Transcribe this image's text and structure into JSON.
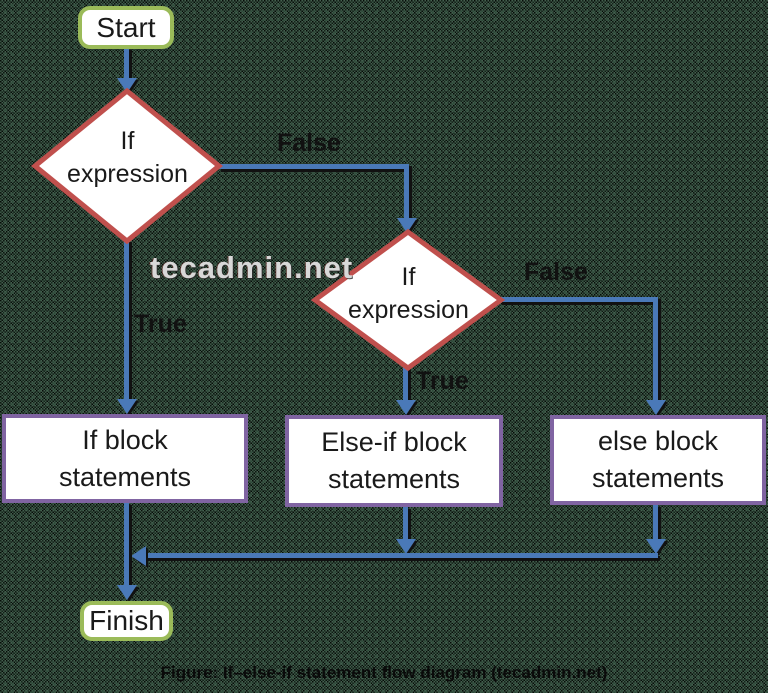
{
  "diagram": {
    "watermark": "tecadmin.net",
    "caption": "Figure: If–else-if statement flow diagram (tecadmin.net)",
    "nodes": {
      "start": {
        "label": "Start",
        "type": "terminator"
      },
      "decision1": {
        "lines": [
          "If",
          "expression"
        ],
        "type": "decision"
      },
      "decision2": {
        "lines": [
          "If",
          "expression"
        ],
        "type": "decision"
      },
      "if_block": {
        "lines": [
          "If block",
          "statements"
        ],
        "type": "process"
      },
      "elseif_block": {
        "lines": [
          "Else-if block",
          "statements"
        ],
        "type": "process"
      },
      "else_block": {
        "lines": [
          "else block",
          "statements"
        ],
        "type": "process"
      },
      "finish": {
        "label": "Finish",
        "type": "terminator"
      }
    },
    "edges": {
      "decision1_false": {
        "label": "False"
      },
      "decision1_true": {
        "label": "True"
      },
      "decision2_false": {
        "label": "False"
      },
      "decision2_true": {
        "label": "True"
      }
    },
    "colors": {
      "line": "#4a79b8",
      "line-shadow": "#111111",
      "decision-border": "#c0504d",
      "process-border": "#8064a2",
      "terminator-border": "#9bbb59",
      "node-fill": "#ffffff",
      "node-text": "#1a1a1a",
      "edge-label-text": "#111111",
      "watermark-text": "#d8d8d8",
      "caption-text": "#0a0a0a",
      "background-dark": "#060a07",
      "background-noise": "#44604f"
    }
  }
}
